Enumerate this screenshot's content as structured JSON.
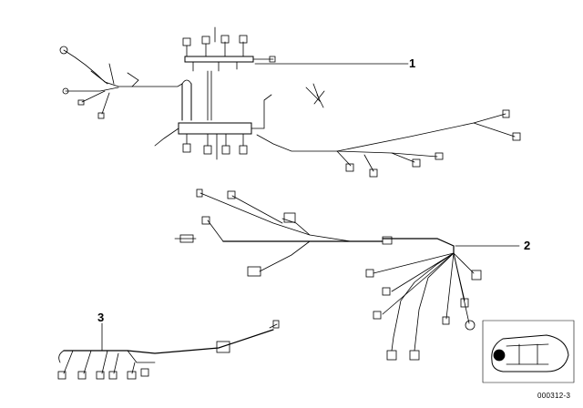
{
  "diagram": {
    "callouts": [
      {
        "id": "1",
        "label": "1"
      },
      {
        "id": "2",
        "label": "2"
      },
      {
        "id": "3",
        "label": "3"
      }
    ],
    "document_number": "000312-3",
    "inset": {
      "icon": "car-top-view-icon"
    },
    "colors": {
      "line": "#000000",
      "background": "#ffffff"
    }
  }
}
